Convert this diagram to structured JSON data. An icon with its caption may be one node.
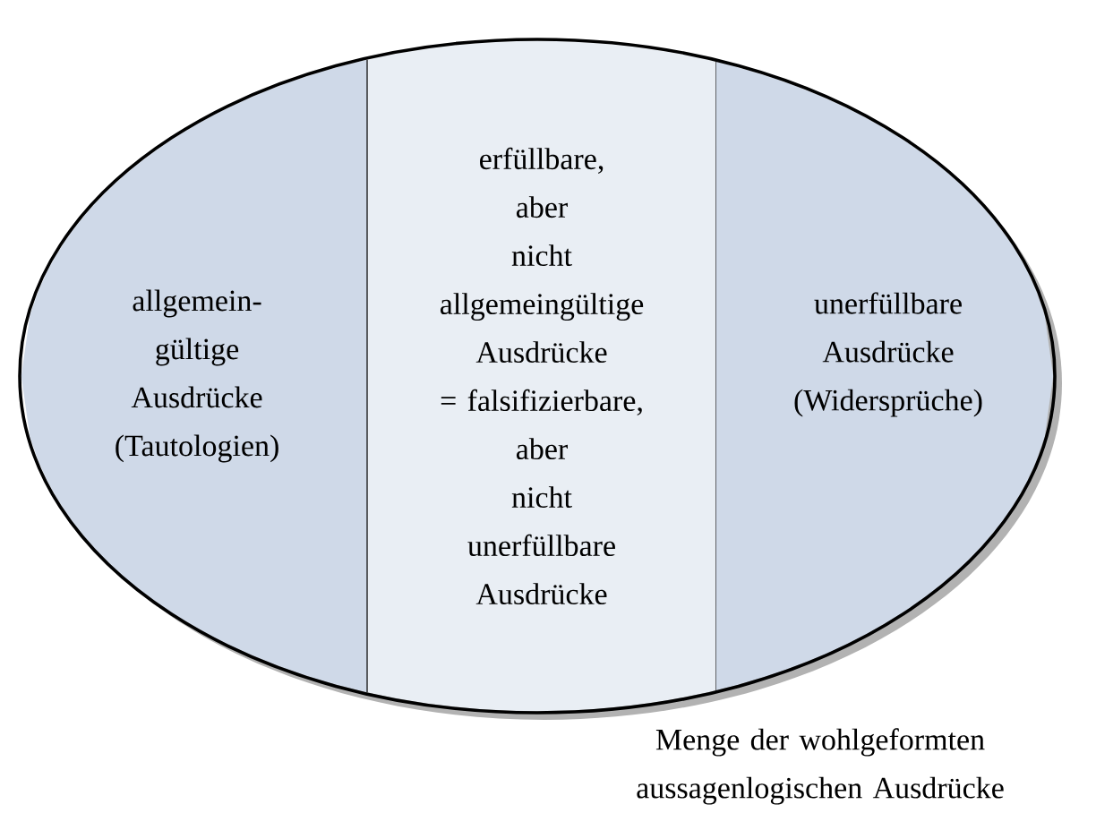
{
  "diagram": {
    "nodes": [
      {
        "text": [
          "Menge der wohlgeformten aussagenlogischen Ausdrücke"
        ]
      },
      {
        "text": [
          "allgemein- gültige Ausdrücke (Tautologien)"
        ],
        "in": 0
      },
      {
        "text": [
          "erfüllbare, aber nicht allgemeingültige Ausdrücke = falsifizierbare, aber nicht unerfüllbare Ausdrücke"
        ],
        "in": 0
      },
      {
        "text": [
          "unerfüllbare Ausdrücke (Widersprüche)"
        ],
        "in": 0
      }
    ]
  }
}
